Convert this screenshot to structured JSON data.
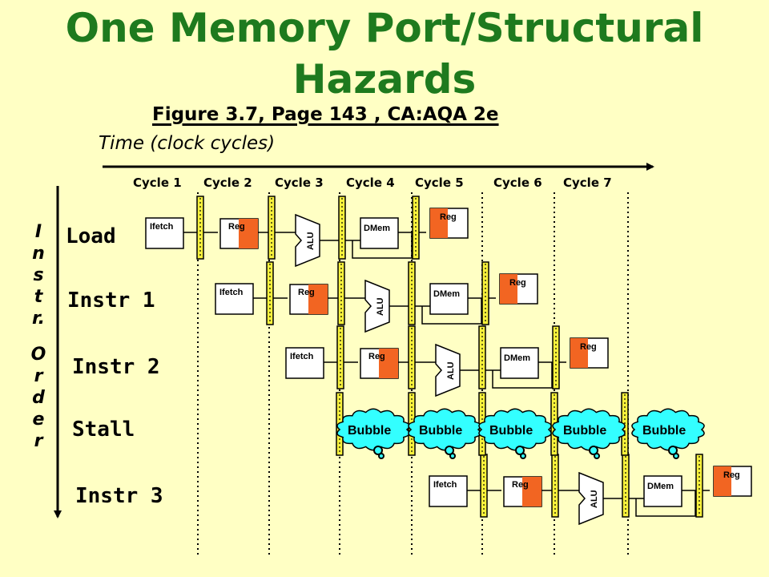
{
  "title": {
    "line1": "One Memory Port/Structural",
    "line2": "Hazards"
  },
  "subtitle": "Figure 3.7, Page 143 , CA:AQA 2e",
  "time_label": "Time (clock cycles)",
  "cycles": [
    "Cycle 1",
    "Cycle 2",
    "Cycle 3",
    "Cycle 4",
    "Cycle 5",
    "Cycle 6",
    "Cycle 7"
  ],
  "axis_label": [
    "I",
    "n",
    "s",
    "t",
    "r.",
    "",
    "O",
    "r",
    "d",
    "e",
    "r"
  ],
  "instructions": [
    "Load",
    "Instr 1",
    "Instr 2",
    "Stall",
    "Instr 3"
  ],
  "stage_labels": {
    "ifetch": "Ifetch",
    "reg": "Reg",
    "alu": "ALU",
    "dmem": "DMem"
  },
  "bubble_label": "Bubble",
  "colors": {
    "title": "#1E7A1E",
    "background": "#FFFFC4",
    "reg_fill": "#F26522",
    "latch": "#F7F13B",
    "bubble": "#33FFFF"
  }
}
